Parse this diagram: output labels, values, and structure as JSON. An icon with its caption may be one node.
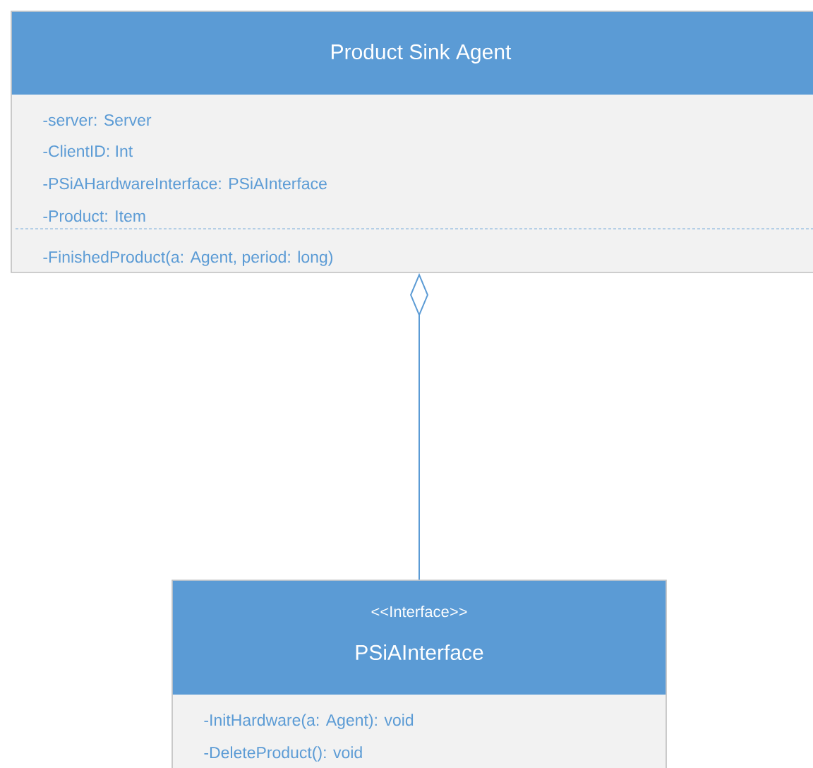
{
  "diagram": {
    "nodes": [
      {
        "text": [
          "Product Sink Agent",
          "-server: Server",
          "-ClientID: Int",
          "-PSiAHardwareInterface: PSiAInterface",
          "-Product: Item",
          "-FinishedProduct(a: Agent, period: long)"
        ]
      },
      {
        "text": [
          "<<Interface>>",
          "PSiAInterface",
          "-InitHardware(a: Agent): void",
          "-DeleteProduct(): void"
        ]
      }
    ],
    "edges": [
      {
        "from": 0,
        "to": 1,
        "arrow": "other"
      }
    ]
  }
}
